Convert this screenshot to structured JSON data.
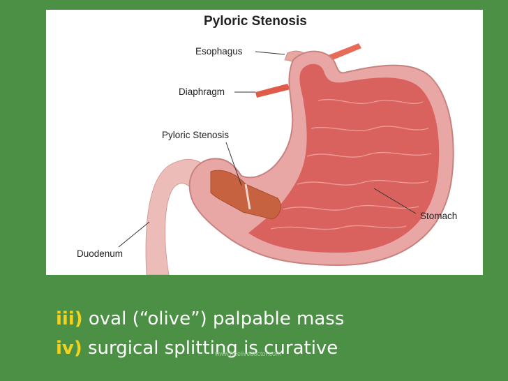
{
  "figure": {
    "title": "Pyloric Stenosis",
    "labels": {
      "esophagus": "Esophagus",
      "diaphragm": "Diaphragm",
      "pyloric_stenosis": "Pyloric Stenosis",
      "stomach": "Stomach",
      "duodenum": "Duodenum"
    }
  },
  "bullets": [
    {
      "num": "iii)",
      "text": " oval (“olive”) palpable mass"
    },
    {
      "num": "iv)",
      "text": " surgical splitting is curative"
    }
  ],
  "watermark": "www.freelivedoctor.com",
  "colors": {
    "background": "#4c9046",
    "bullet_number": "#f2d21c",
    "bullet_text": "#ffffff",
    "stomach_outer": "#e8a7a5",
    "stomach_inner": "#d9615e",
    "pylorus_muscle": "#c6623f"
  }
}
